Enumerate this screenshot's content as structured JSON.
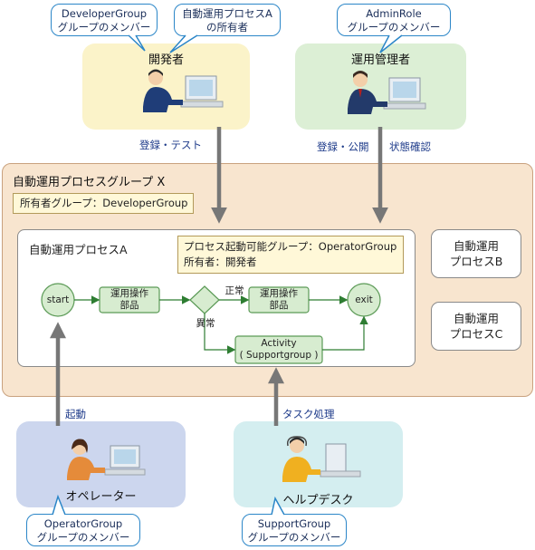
{
  "roles": {
    "developer": {
      "label": "開発者",
      "bubble1": "DeveloperGroup\nグループのメンバー",
      "bubble2": "自動運用プロセスA\nの所有者",
      "flow": "登録・テスト"
    },
    "admin": {
      "label": "運用管理者",
      "bubble": "AdminRole\nグループのメンバー",
      "flow1": "登録・公開",
      "flow2": "状態確認"
    },
    "operator": {
      "label": "オペレーター",
      "bubble": "OperatorGroup\nグループのメンバー",
      "flow": "起動"
    },
    "helpdesk": {
      "label": "ヘルプデスク",
      "bubble": "SupportGroup\nグループのメンバー",
      "flow": "タスク処理"
    }
  },
  "group": {
    "title": "自動運用プロセスグループ X",
    "owner": "所有者グループ：DeveloperGroup"
  },
  "process_a": {
    "title": "自動運用プロセスA",
    "launch_group": "プロセス起動可能グループ：OperatorGroup",
    "owner": "所有者：開発者",
    "nodes": {
      "start": "start",
      "op1": "運用操作\n部品",
      "normal": "正常",
      "abnormal": "異常",
      "op2": "運用操作\n部品",
      "exit": "exit",
      "activity": "Activity\n( Supportgroup )"
    }
  },
  "process_b": "自動運用\nプロセスB",
  "process_c": "自動運用\nプロセスC",
  "colors": {
    "developer_bg": "#fbf3c9",
    "admin_bg": "#dcefd5",
    "operator_bg": "#ccd6ee",
    "helpdesk_bg": "#d4eef0",
    "group_bg": "#f8e5cf",
    "node_green": "#d7ecd0",
    "bubble_border": "#2b86c8",
    "arrow": "#777777"
  }
}
